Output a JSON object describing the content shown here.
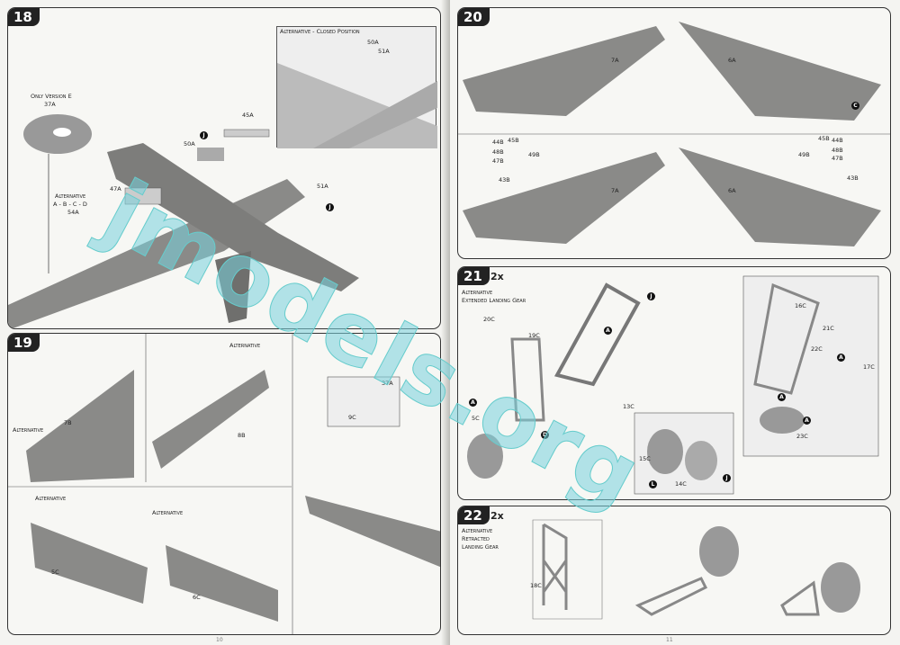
{
  "watermark": "jmodels.org",
  "step18": {
    "number": "18",
    "only_version": "Only Version E",
    "p37": "37A",
    "alt": "Alternative",
    "alt_versions": "A - B - C - D",
    "p54": "54A",
    "p47": "47A",
    "p50": "50A",
    "p45": "45A",
    "p51": "51A",
    "marker_j": "J",
    "inset_title": "Alternative - Closed Position",
    "inset_p50": "50A",
    "inset_p51": "51A"
  },
  "step19": {
    "number": "19",
    "alt": "Alternative",
    "p7": "7B",
    "p8": "8B",
    "p5": "5C",
    "p6": "6C",
    "p37": "37A",
    "p9": "9C"
  },
  "step20": {
    "number": "20",
    "p7": "7A",
    "p6": "6A",
    "parts_left": [
      "44B",
      "45B",
      "48B",
      "47B",
      "49B",
      "43B"
    ],
    "parts_right": [
      "45B",
      "44B",
      "48B",
      "47B",
      "49B",
      "43B"
    ],
    "marker_c": "C"
  },
  "step21": {
    "number": "21",
    "multiplier": "2x",
    "title1": "Alternative",
    "title2": "Extended Landing Gear",
    "p20": "20C",
    "p19": "19C",
    "p13": "13C",
    "p5": "5C",
    "p15": "15C",
    "p14": "14C",
    "p16": "16C",
    "p21": "21C",
    "p22": "22C",
    "p17": "17C",
    "p23": "23C",
    "m_a": "A",
    "m_d": "D",
    "m_j": "J",
    "m_l": "L"
  },
  "step22": {
    "number": "22",
    "multiplier": "2x",
    "title1": "Alternative",
    "title2": "Retracted",
    "title3": "Landing Gear",
    "p18": "18C"
  },
  "page_left": "10",
  "page_right": "11"
}
